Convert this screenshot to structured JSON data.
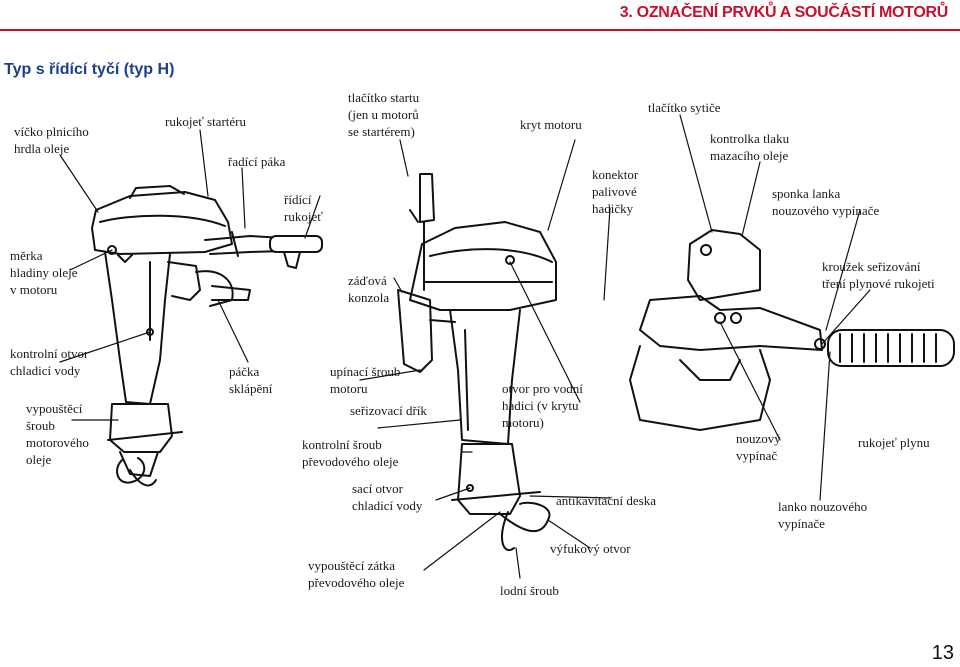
{
  "header": {
    "section_title": "3. OZNAČENÍ PRVKŮ A SOUČÁSTÍ MOTORŮ",
    "accent_color": "#c8102e"
  },
  "subtitle": "Typ s řídící tyčí (typ H)",
  "labels": {
    "filler_cap": "víčko plnicího\nhrdla oleje",
    "starter_handle": "rukojeť startéru",
    "shift_lever": "řadící páka",
    "tiller_handle": "řídící\nrukojeť",
    "start_button": "tlačítko startu\n(jen u motorů\nse startérem)",
    "engine_cover": "kryt motoru",
    "choke_button": "tlačítko sytiče",
    "oil_pressure_lamp": "kontrolka tlaku\nmazacího oleje",
    "fuel_hose_connector": "konektor\npalivové\nhadičky",
    "stop_switch_clip": "sponka lanka\nnouzového vypínače",
    "oil_dipstick": "měrka\nhladiny oleje\nv motoru",
    "stern_bracket": "záďová\nkonzola",
    "throttle_friction_ring": "kroužek seřizování\ntření plynové rukojeti",
    "cooling_check_hole": "kontrolní otvor\nchladicí vody",
    "oil_drain_screw": "vypouštěcí\nšroub\nmotorového\noleje",
    "tilt_lever": "páčka\nsklápění",
    "clamp_screw": "upínací šroub\nmotoru",
    "adjusting_rod": "seřizovací dřík",
    "gear_oil_check_screw": "kontrolní šroub\npřevodového oleje",
    "water_hose_port": "otvor pro vodní\nhadici (v krytu\nmotoru)",
    "emergency_stop_switch": "nouzový\nvypínač",
    "throttle_grip": "rukojeť plynu",
    "cooling_water_intake": "sací otvor\nchladicí vody",
    "anti_cavitation_plate": "antikavitační deska",
    "stop_switch_lanyard": "lanko nouzového\nvypínače",
    "exhaust_outlet": "výfukový otvor",
    "gear_oil_drain_plug": "vypouštěcí zátka\npřevodového  oleje",
    "propeller": "lodní šroub"
  },
  "page_number": "13"
}
